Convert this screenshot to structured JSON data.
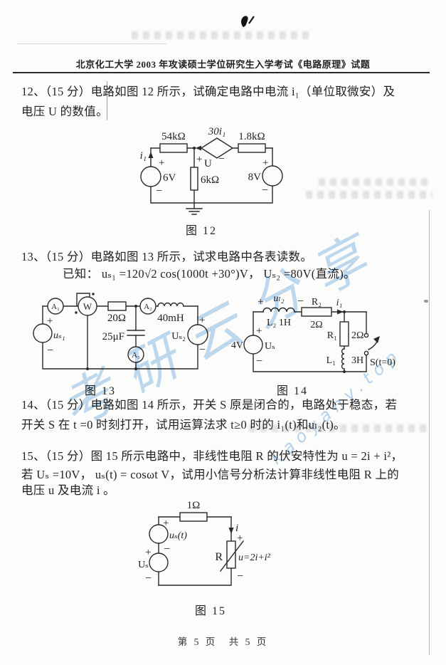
{
  "header": {
    "title": "北京化工大学 2003 年攻读硕士学位研究生入学考试《电路原理》试题"
  },
  "footer": {
    "text": "第 5 页　共 5 页"
  },
  "watermark": {
    "cn": "考研云分享",
    "site": "kaoyany.top",
    "color": "#8abbe8"
  },
  "questions": {
    "q12l1": "12、（15 分）电路如图 12 所示，试确定电路中电流 i₁（单位取微安）及",
    "q12l2": "电压 U 的数值。",
    "q13l1": "13、（15 分）电路如图 13 所示，试求电路中各表读数。",
    "q13l2": "已知： uₛ₁ =120√2 cos(1000t +30°)V，  Uₛ₂ =80V(直流)。",
    "q14l1": "14、（15 分）电路如图 14 所示，开关 S 原是闭合的，电路处于稳态，若",
    "q14l2": "开关 S 在 t =0 时刻打开，试用运算法求 t≥0 时的 i₁(t)和uₗ₂(t)。",
    "q15l1": "15、（15 分）图 15 所示电路中，非线性电阻 R 的伏安特性为 u = 2i + i²，",
    "q15l2": "若 Uₛ =10V， uₛ(t) = cosωt V，试用小信号分析法计算非线性电阻 R 上的",
    "q15l3": "电压 u 及电流 i 。"
  },
  "sym": {
    "plus": "+",
    "minus": "−"
  },
  "fig12": {
    "caption": "图 12",
    "r54": "54kΩ",
    "dep": "30i₁",
    "r18": "1.8kΩ",
    "i1": "i₁",
    "v6": "6V",
    "v8": "8V",
    "r6": "6kΩ",
    "u": "U"
  },
  "fig13": {
    "caption": "图 13",
    "a1": "A₁",
    "w": "W",
    "r20": "20Ω",
    "c25": "25μF",
    "a2": "A₂",
    "a3": "A₃",
    "l40": "40mH",
    "us1": "uₛ₁",
    "us2": "Uₛ₂"
  },
  "fig14": {
    "caption": "图 14",
    "ul2": "uₗ₂",
    "l2": "L₂ 1H",
    "r2": "R₂",
    "r2v": "2Ω",
    "i1": "i₁",
    "r1": "R₁",
    "r1v": "2Ω",
    "l1": "L₁",
    "l1v": "3H",
    "sw": "S(t=0)",
    "v4": "4V",
    "us": "Uₛ"
  },
  "fig15": {
    "caption": "图 15",
    "r1": "1Ω",
    "i": "i",
    "ust": "uₛ(t)",
    "us": "Uₛ",
    "r": "R",
    "law": "u=2i+i²"
  }
}
